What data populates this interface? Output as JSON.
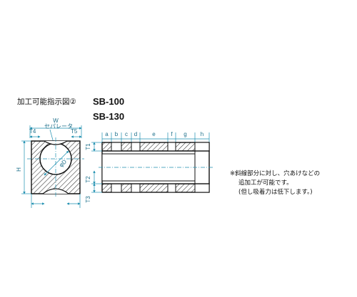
{
  "figure": {
    "caption": "加工可能指示図②",
    "models": [
      "SB-100",
      "SB-130"
    ]
  },
  "front_view": {
    "labels": {
      "width": "W",
      "height": "H",
      "t4": "T4",
      "t5": "T5",
      "separator": "セパレータ",
      "diameter": "φD"
    }
  },
  "side_view": {
    "segment_labels": [
      "a",
      "b",
      "c",
      "d",
      "e",
      "f",
      "g",
      "h"
    ],
    "thickness_labels": {
      "t1": "T1",
      "t2": "T2",
      "t3": "T3"
    }
  },
  "note": {
    "lines": [
      "※斜線部分に対し、穴あけなどの",
      "追加工が可能です。",
      "(但し吸着力は低下します。)"
    ]
  },
  "colors": {
    "dimension": "#1d8fb0",
    "outline": "#111111",
    "hatch": "#333333",
    "fill": "#ffffff"
  }
}
